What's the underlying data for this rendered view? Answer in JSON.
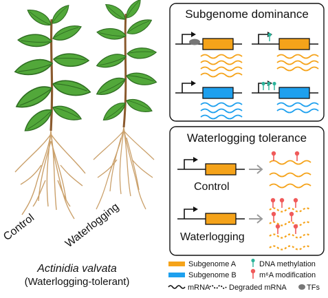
{
  "plants": {
    "control_label": "Control",
    "waterlogging_label": "Waterlogging",
    "species_name": "Actinidia valvata",
    "species_note": "(Waterlogging-tolerant)"
  },
  "panel_top": {
    "title": "Subgenome dominance"
  },
  "panel_bottom": {
    "title": "Waterlogging tolerance",
    "control_label": "Control",
    "waterlogging_label": "Waterlogging"
  },
  "legend": {
    "subgenome_a": "Subgenome A",
    "subgenome_b": "Subgenome B",
    "dna_methylation": "DNA methylation",
    "m6a": "m⁶A modification",
    "mrna": "mRNA",
    "degraded_mrna": "Degraded mRNA",
    "tfs": "TFs"
  },
  "colors": {
    "subgenome_a": "#f5a31a",
    "subgenome_b": "#1ea0ee",
    "dna_methylation": "#2bb39a",
    "m6a": "#f05a5a",
    "tf": "#777777",
    "leaf": "#52a83a",
    "leaf_dark": "#2f6e22",
    "stem": "#8a5a2e",
    "root": "#caa06a"
  },
  "icons": [
    "promoter-arrow-icon",
    "gene-box-icon",
    "mrna-wave-icon",
    "degraded-mrna-icon",
    "methylation-pin-icon",
    "m6a-pin-icon",
    "tf-blob-icon",
    "gray-arrow-icon"
  ]
}
